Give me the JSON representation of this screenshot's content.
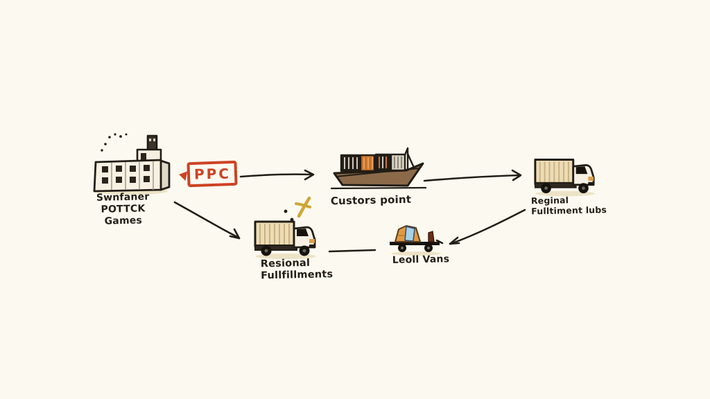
{
  "diagram_type": "hand-drawn supply chain flow",
  "nodes": {
    "factory": {
      "label_line1": "Swnfaner POTTCK",
      "label_line2": "Games",
      "icon": "factory-icon"
    },
    "ppc_badge": {
      "label": "PPC",
      "color": "#cc4325",
      "icon": "ppc-stamp-icon"
    },
    "customs": {
      "label": "Custors point",
      "icon": "container-ship-icon"
    },
    "regional_hub": {
      "label_line1": "Reginal",
      "label_line2": "Fulltiment lubs",
      "icon": "box-truck-icon"
    },
    "regional_fulfillment": {
      "label_line1": "Resional",
      "label_line2": "Fullfillments",
      "icon": "box-truck-icon"
    },
    "local_vans": {
      "label": "Leoll Vans",
      "icon": "flatbed-van-icon"
    }
  },
  "edges": [
    {
      "from": "ppc_badge",
      "to": "customs",
      "style": "arrow-right"
    },
    {
      "from": "customs",
      "to": "regional_hub",
      "style": "arrow-right"
    },
    {
      "from": "factory",
      "to": "regional_fulfillment",
      "style": "arrow-down-right"
    },
    {
      "from": "regional_hub",
      "to": "local_vans",
      "style": "arrow-down-left"
    },
    {
      "from": "regional_fulfillment",
      "to": "local_vans",
      "style": "plain-line"
    }
  ],
  "colors": {
    "background": "#fcfaf0",
    "ink": "#221d15",
    "accent_red": "#cc4325",
    "ship_hull_brown": "#8b6a4a",
    "container_tan": "#ecdcb6",
    "container_orange": "#c8742c",
    "cab_white": "#f6f1e3",
    "van_orange": "#e09a42",
    "windshield_blue": "#a6d2ea",
    "spark_yellow": "#cfa636",
    "shadow_tan": "#ece3c6"
  }
}
